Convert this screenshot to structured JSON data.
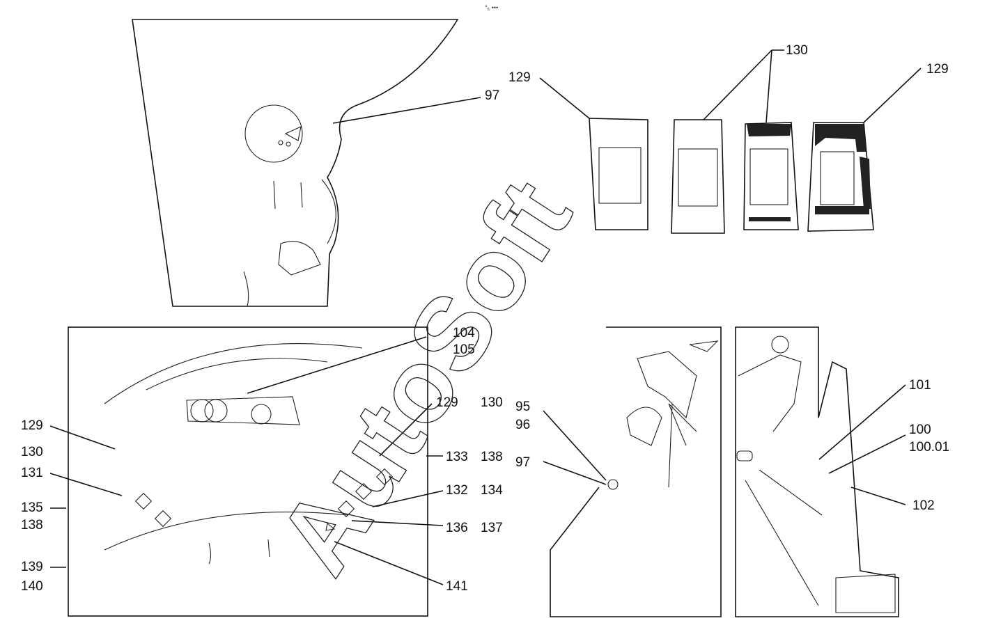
{
  "corner_mark": "°₅ •••",
  "watermark": "AutoSoft",
  "panels": {
    "top_left": {
      "callouts": [
        "97"
      ]
    },
    "top_right": {
      "callouts": [
        "129",
        "130",
        "129"
      ]
    },
    "bottom_left": {
      "callouts": [
        "104",
        "105",
        "129",
        "130",
        "129",
        "130",
        "131",
        "135",
        "138",
        "139",
        "140",
        "133",
        "138",
        "132",
        "134",
        "136",
        "137",
        "141"
      ]
    },
    "bottom_right": {
      "callouts": [
        "95",
        "96",
        "97",
        "101",
        "100",
        "100.01",
        "102"
      ]
    }
  }
}
